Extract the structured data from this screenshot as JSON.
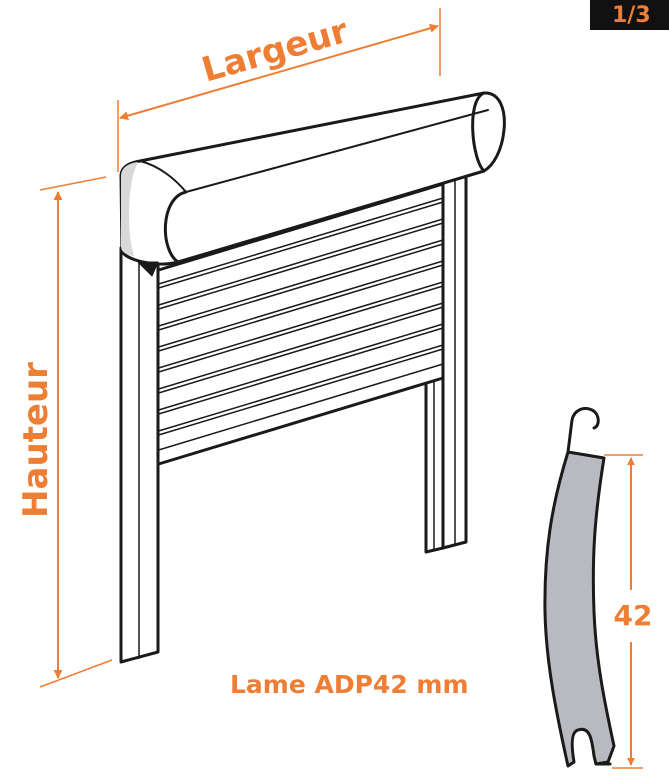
{
  "badge": {
    "text": "1/3"
  },
  "labels": {
    "width": "Largeur",
    "height": "Hauteur",
    "slat_name": "Lame ADP42 mm",
    "slat_height": "42"
  },
  "colors": {
    "accent": "#EF7E35",
    "outline": "#1a1a1a",
    "slat_fill": "#B9BAC0",
    "badge_bg": "#111111"
  }
}
